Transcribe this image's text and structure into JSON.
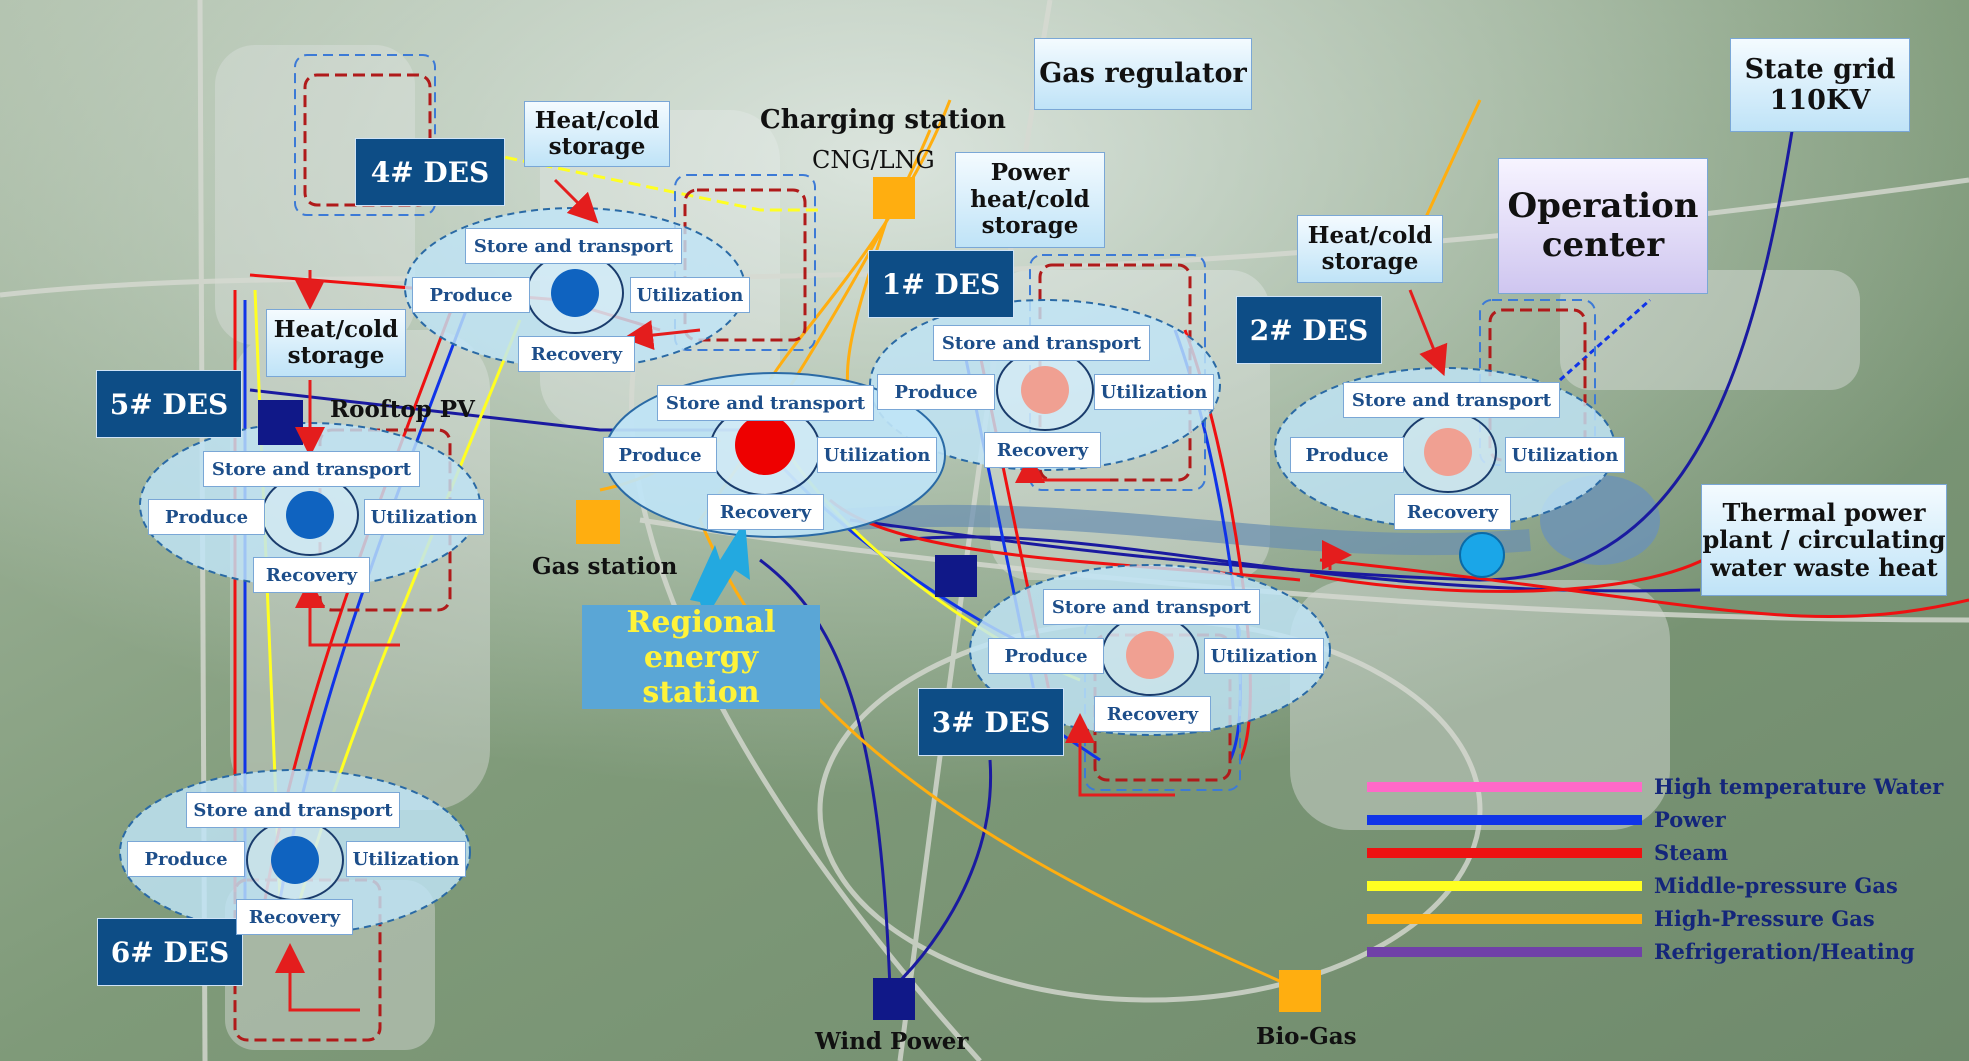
{
  "des_units": [
    "4# DES",
    "1# DES",
    "2# DES",
    "5# DES",
    "3# DES",
    "6# DES"
  ],
  "node_labels": {
    "store": "Store and transport",
    "produce": "Produce",
    "utilization": "Utilization",
    "recovery": "Recovery"
  },
  "storage": {
    "heat_cold": "Heat/cold",
    "storage": "storage",
    "power_heat_cold_1": "Power",
    "power_heat_cold_2": "heat/cold",
    "power_heat_cold_3": "storage"
  },
  "callouts": {
    "gas_regulator": "Gas regulator",
    "state_grid_1": "State grid",
    "state_grid_2": "110KV",
    "operation_center_1": "Operation",
    "operation_center_2": "center",
    "thermal_1": "Thermal power",
    "thermal_2": "plant / circulating",
    "thermal_3": "water waste heat"
  },
  "stations": {
    "charging": "Charging station",
    "cng": "CNG/LNG",
    "gas_station": "Gas station",
    "rooftop_pv": "Rooftop PV",
    "wind_power": "Wind Power",
    "bio_gas": "Bio-Gas"
  },
  "regional": {
    "line1": "Regional",
    "line2": "energy station"
  },
  "legend": [
    {
      "label": "High temperature Water",
      "color": "#ff69c8"
    },
    {
      "label": "Power",
      "color": "#1034e8"
    },
    {
      "label": "Steam",
      "color": "#ee1111"
    },
    {
      "label": "Middle-pressure Gas",
      "color": "#ffff22"
    },
    {
      "label": "High-Pressure Gas",
      "color": "#ffae10"
    },
    {
      "label": "Refrigeration/Heating",
      "color": "#7040a8"
    }
  ],
  "colors": {
    "des_box": "#0d4d86",
    "node_blue": "#0f63c0",
    "node_pink": "#f0a092",
    "node_red": "#ee0000"
  }
}
